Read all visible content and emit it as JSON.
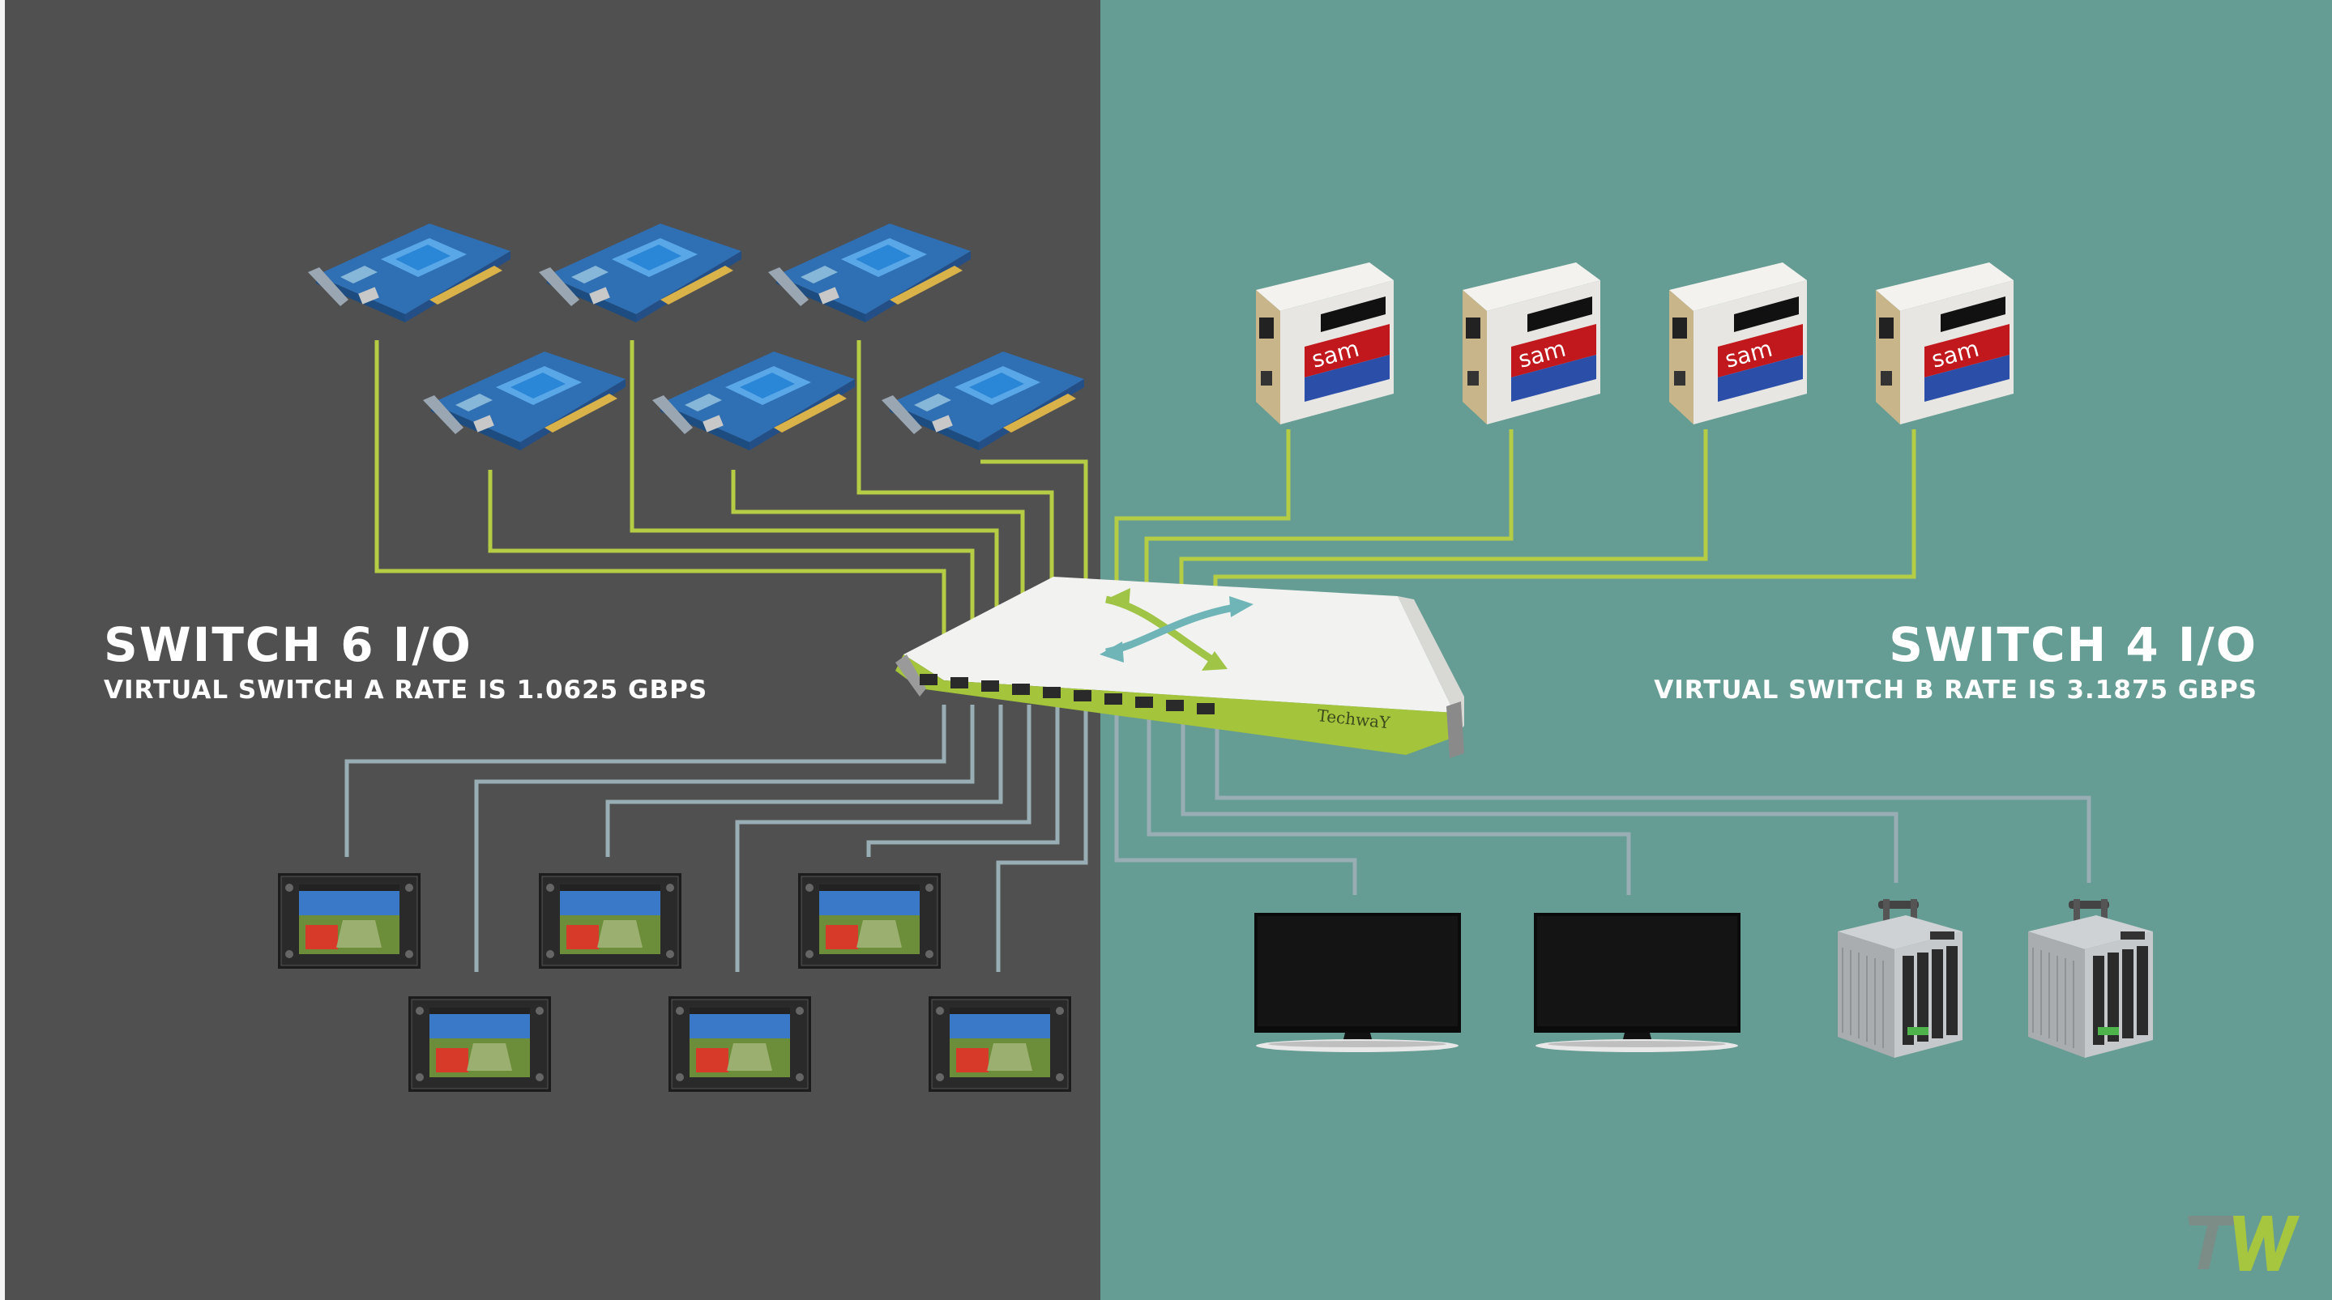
{
  "left_panel": {
    "title": "SWITCH 6 I/O",
    "subtitle": "VIRTUAL SWITCH A RATE IS 1.0625 GBPS",
    "color": "#505050",
    "devices": {
      "pcie_cards": 6,
      "cockpit_displays": 6
    }
  },
  "right_panel": {
    "title": "SWITCH 4 I/O",
    "subtitle": "VIRTUAL SWITCH B RATE IS 3.1875 GBPS",
    "color": "#659c93",
    "devices": {
      "sam_modules": 4,
      "monitors": 2,
      "compact_computers": 2
    }
  },
  "switch": {
    "brand": "TechwaY"
  },
  "sam_label": "sam",
  "colors": {
    "green_wire": "#b5cc45",
    "gray_wire": "#98aeb4",
    "switch_green": "#a3c43b",
    "arrow_green": "#9fc446",
    "arrow_teal": "#6fb5b8"
  },
  "logo": {
    "icon": "techway-tw-logo"
  }
}
